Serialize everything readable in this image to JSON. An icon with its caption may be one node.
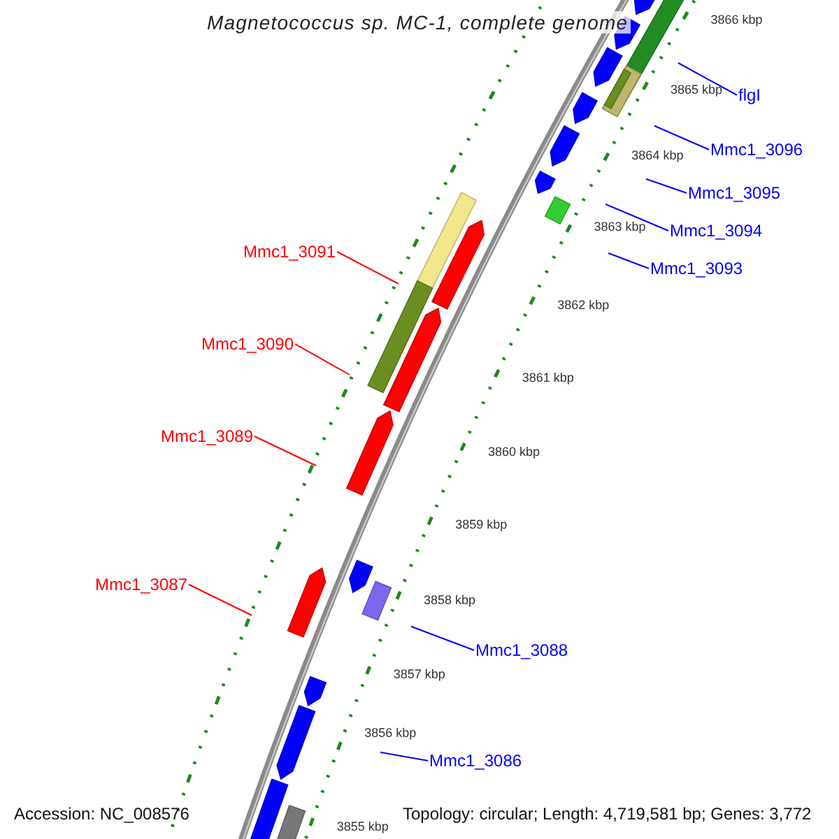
{
  "diagram": {
    "title": "Magnetococcus sp. MC-1, complete genome",
    "nodes": [
      {
        "text": [
          "flgI"
        ]
      },
      {
        "text": [
          "Mmc1_3096"
        ]
      },
      {
        "text": [
          "Mmc1_3095"
        ]
      },
      {
        "text": [
          "Mmc1_3094"
        ]
      },
      {
        "text": [
          "Mmc1_3091"
        ]
      },
      {
        "text": [
          "Mmc1_3093"
        ]
      },
      {
        "text": [
          "Mmc1_3090"
        ]
      },
      {
        "text": [
          "Mmc1_3089"
        ]
      },
      {
        "text": [
          "Mmc1_3087"
        ]
      },
      {
        "text": [
          "Mmc1_3088"
        ]
      },
      {
        "text": [
          "Mmc1_3086"
        ]
      }
    ],
    "edges": [
      {
        "from": 0,
        "to": null,
        "arrow": "none"
      },
      {
        "from": 1,
        "to": null,
        "arrow": "none"
      },
      {
        "from": 2,
        "to": null,
        "arrow": "none"
      },
      {
        "from": 3,
        "to": null,
        "arrow": "none"
      },
      {
        "from": 4,
        "to": null,
        "arrow": "none",
        "color": "#ff0000"
      },
      {
        "from": 5,
        "to": null,
        "arrow": "none"
      },
      {
        "from": 6,
        "to": null,
        "arrow": "none",
        "color": "#ff0000"
      },
      {
        "from": 7,
        "to": null,
        "arrow": "none",
        "color": "#ff0000"
      },
      {
        "from": 8,
        "to": null,
        "arrow": "none",
        "color": "#ff0000"
      },
      {
        "from": 9,
        "to": null,
        "arrow": "none"
      },
      {
        "from": 10,
        "to": null,
        "arrow": "none"
      }
    ],
    "labels": [
      "3866 kbp",
      "3865 kbp",
      "3864 kbp",
      "3863 kbp",
      "3862 kbp",
      "3861 kbp",
      "3860 kbp",
      "3859 kbp",
      "3858 kbp",
      "3857 kbp",
      "3856 kbp",
      "3855 kbp",
      "Accession: NC_008576",
      "Topology: circular; Length: 4,719,581 bp; Genes: 3,772"
    ]
  }
}
